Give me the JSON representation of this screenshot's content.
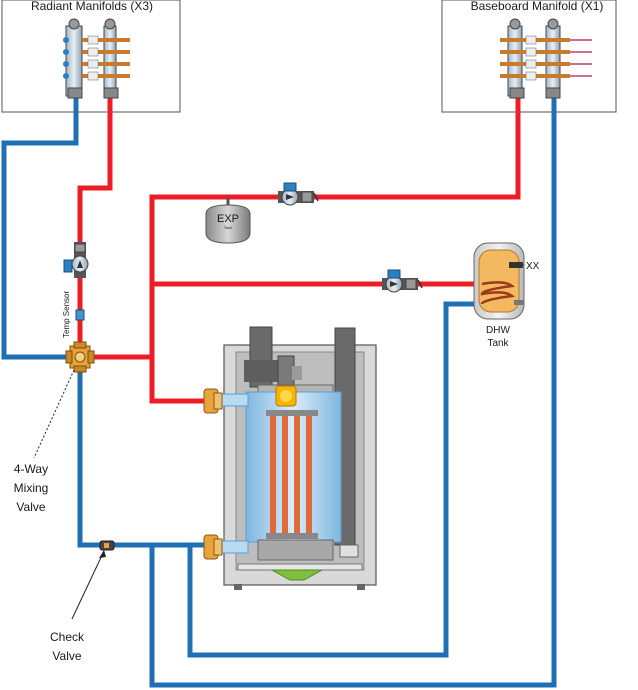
{
  "labels": {
    "radiant_manifolds": "Radiant Manifolds (X3)",
    "baseboard_manifold": "Baseboard Manifold (X1)",
    "exp": "EXP",
    "exp_small": "Tank",
    "xx": "XX",
    "dhw_line1": "DHW",
    "dhw_line2": "Tank",
    "temp_sensor": "Temp Sensor",
    "mixing_line1": "4-Way",
    "mixing_line2": "Mixing",
    "mixing_line3": "Valve",
    "check_line1": "Check",
    "check_line2": "Valve"
  },
  "colors": {
    "supply": "#ee1c24",
    "return": "#1f6fb5",
    "brass": "#e8a33a",
    "copper": "#d9893a",
    "boiler_gray": "#c8c8c8",
    "boiler_dark": "#6f6f6f",
    "heat_exchanger": "#cfe6f5",
    "flame": "#f7b500",
    "tank_body": "#f4b860",
    "pump_blue": "#2c7fc0"
  },
  "icons": {
    "circulator": "circulator-pump-icon",
    "manifold": "manifold-icon",
    "exp_tank": "expansion-tank-icon",
    "dhw_tank": "dhw-tank-icon",
    "boiler": "boiler-icon",
    "mixing_valve": "mixing-valve-icon",
    "check_valve": "check-valve-icon"
  }
}
